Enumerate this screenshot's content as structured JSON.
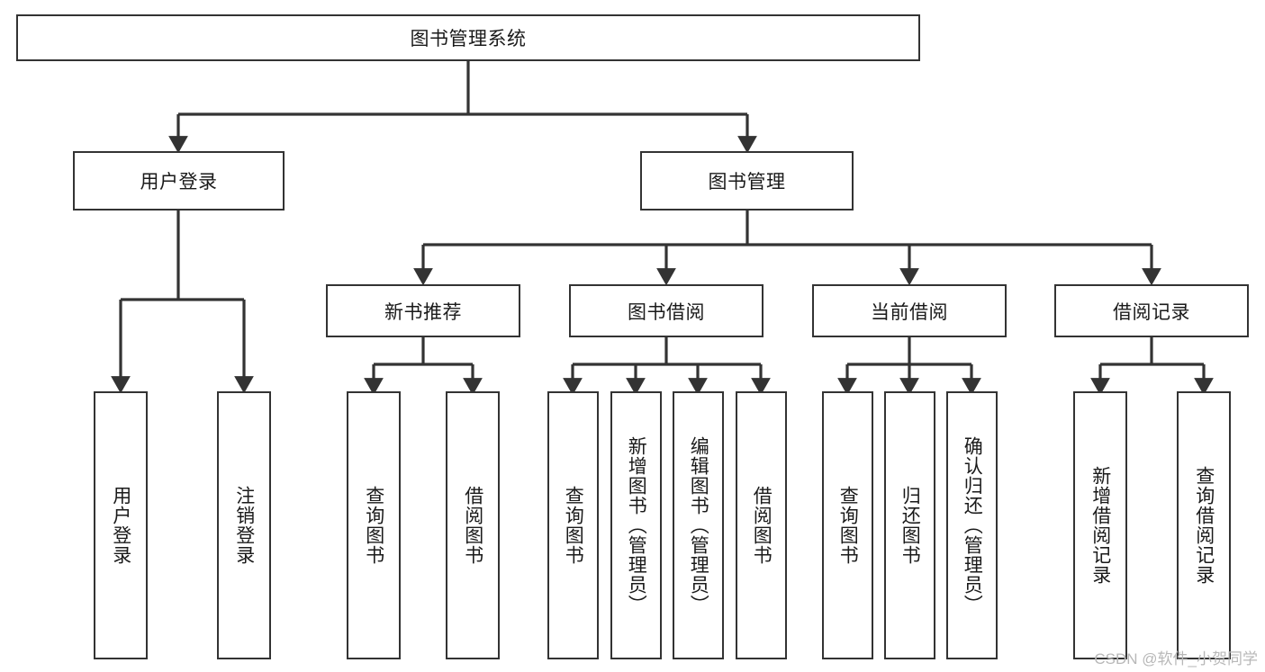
{
  "diagram": {
    "title": "图书管理系统",
    "type": "hierarchy-tree",
    "background": "#ffffff",
    "line_color": "#333333",
    "box_border_color": "#333333",
    "box_fill": "#ffffff",
    "text_color": "#1a1a1a"
  },
  "root": {
    "label": "图书管理系统"
  },
  "level1": [
    {
      "label": "用户登录"
    },
    {
      "label": "图书管理"
    }
  ],
  "level2": [
    {
      "label": "新书推荐"
    },
    {
      "label": "图书借阅"
    },
    {
      "label": "当前借阅"
    },
    {
      "label": "借阅记录"
    }
  ],
  "leaves": {
    "user_login": [
      {
        "label": "用户登录"
      },
      {
        "label": "注销登录"
      }
    ],
    "new_book_recommend": [
      {
        "label": "查询图书"
      },
      {
        "label": "借阅图书"
      }
    ],
    "book_borrow": [
      {
        "label": "查询图书"
      },
      {
        "label": "新增图书（管理员）"
      },
      {
        "label": "编辑图书（管理员）"
      },
      {
        "label": "借阅图书"
      }
    ],
    "current_borrow": [
      {
        "label": "查询图书"
      },
      {
        "label": "归还图书"
      },
      {
        "label": "确认归还（管理员）"
      }
    ],
    "borrow_record": [
      {
        "label": "新增借阅记录"
      },
      {
        "label": "查询借阅记录"
      }
    ]
  },
  "watermark": {
    "text": "CSDN @软件_小贺同学"
  }
}
